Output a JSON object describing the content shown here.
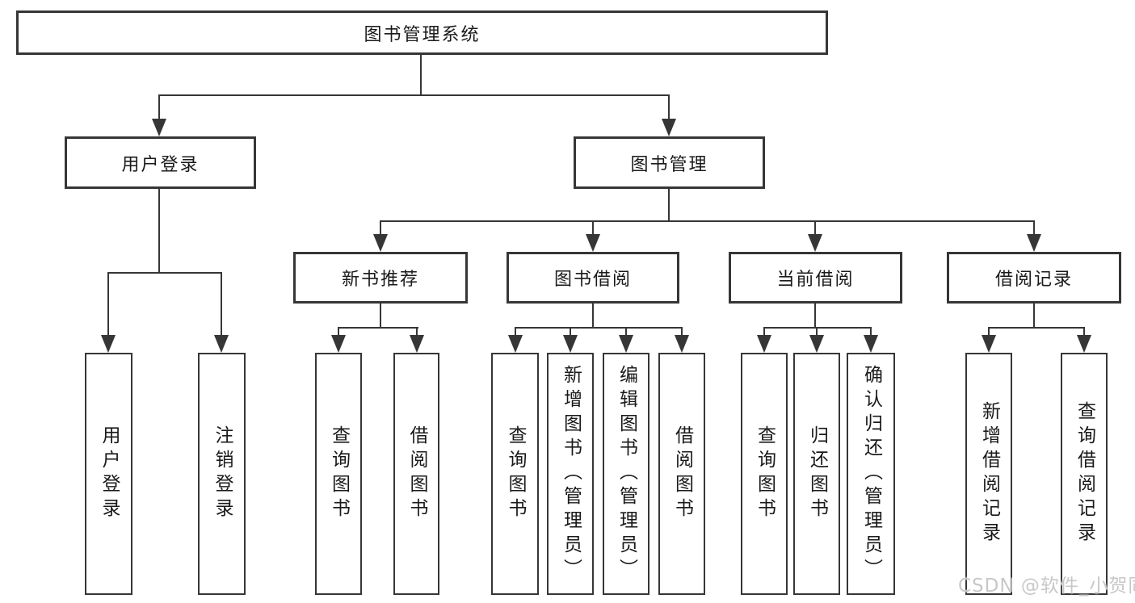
{
  "colors": {
    "line": "#363636",
    "text": "#1a1a1a",
    "background": "#ffffff",
    "watermark": "#c8c8c8"
  },
  "watermark": {
    "text": "CSDN @软件_小贺同学"
  },
  "tree": {
    "root": {
      "label": "图书管理系统",
      "children": [
        {
          "label": "用户登录",
          "children": [
            {
              "label": "用户登录"
            },
            {
              "label": "注销登录"
            }
          ]
        },
        {
          "label": "图书管理",
          "children": [
            {
              "label": "新书推荐",
              "children": [
                {
                  "label": "查询图书"
                },
                {
                  "label": "借阅图书"
                }
              ]
            },
            {
              "label": "图书借阅",
              "children": [
                {
                  "label": "查询图书"
                },
                {
                  "label": "新增图书（管理员）"
                },
                {
                  "label": "编辑图书（管理员）"
                },
                {
                  "label": "借阅图书"
                }
              ]
            },
            {
              "label": "当前借阅",
              "children": [
                {
                  "label": "查询图书"
                },
                {
                  "label": "归还图书"
                },
                {
                  "label": "确认归还（管理员）"
                }
              ]
            },
            {
              "label": "借阅记录",
              "children": [
                {
                  "label": "新增借阅记录"
                },
                {
                  "label": "查询借阅记录"
                }
              ]
            }
          ]
        }
      ]
    }
  }
}
